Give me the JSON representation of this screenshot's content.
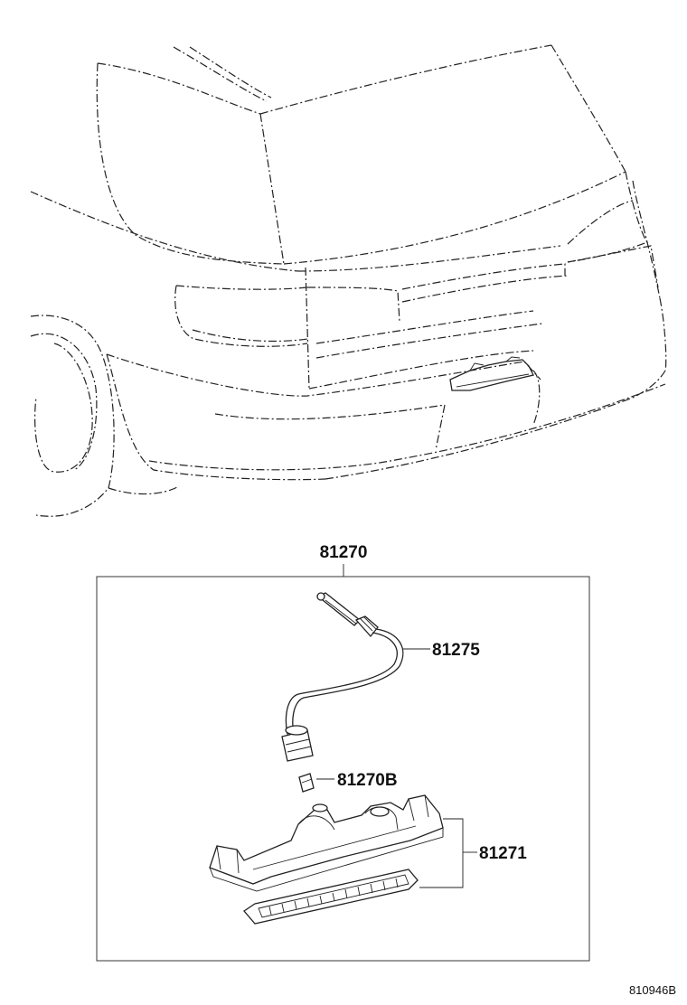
{
  "diagram": {
    "assembly_label": "81270",
    "parts": [
      {
        "id": "cord",
        "number": "81275"
      },
      {
        "id": "bulb",
        "number": "81270B"
      },
      {
        "id": "housing",
        "number": "81271"
      }
    ],
    "reference_code": "810946B"
  }
}
